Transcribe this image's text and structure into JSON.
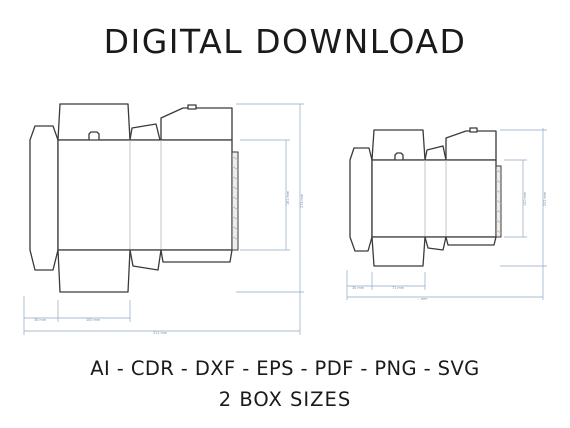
{
  "header": {
    "title": "DIGITAL DOWNLOAD"
  },
  "footer": {
    "formats": "AI - CDR - DXF - EPS - PDF - PNG - SVG",
    "sizes": "2 BOX SIZES"
  },
  "templates": {
    "large": {
      "dims": {
        "glue_flap": "30 mm",
        "panel_width": "100 mm",
        "total_width": "311 mm",
        "body_height": "161 mm",
        "total_height": "274 mm"
      }
    },
    "small": {
      "dims": {
        "glue_flap": "30 mm",
        "panel_width": "71 mm",
        "total_width": "– mm",
        "body_height": "120 mm",
        "total_height": "202 mm"
      }
    }
  },
  "colors": {
    "cut_line": "#3a3a3a",
    "fold_line": "#b5b5b5",
    "dimension_line": "#8ea9c4"
  }
}
